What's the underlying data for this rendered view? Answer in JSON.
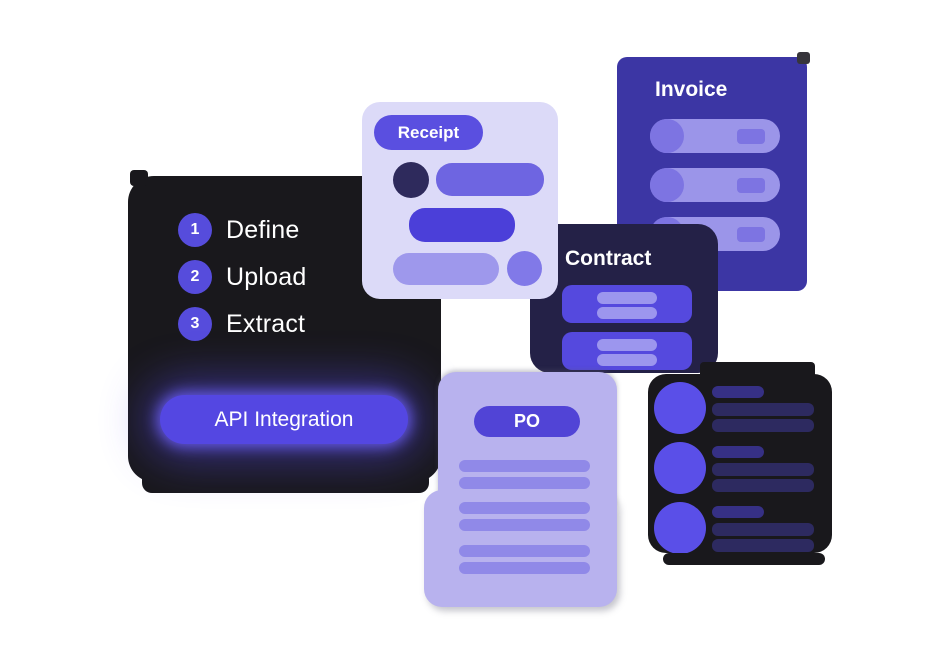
{
  "illustration": {
    "steps_card": {
      "steps": [
        {
          "number": "1",
          "label": "Define"
        },
        {
          "number": "2",
          "label": "Upload"
        },
        {
          "number": "3",
          "label": "Extract"
        }
      ],
      "button_label": "API Integration"
    },
    "document_cards": {
      "receipt": {
        "title": "Receipt"
      },
      "invoice": {
        "title": "Invoice"
      },
      "contract": {
        "title": "Contract"
      },
      "po": {
        "title": "PO"
      }
    },
    "palette": {
      "background": "#ffffff",
      "card_black": "#19181c",
      "accent_indigo": "#5447e2",
      "accent_deep": "#4b3fd9",
      "invoice_bg": "#3c36a4",
      "contract_bg": "#242147",
      "lavender_light": "#dcdaf8",
      "lavender_mid": "#b8b2ee",
      "pill_light": "#9b95e9",
      "knob_purple": "#7d74e2",
      "dark_navy_dot": "#2e2a5c",
      "records_bar_bright": "#363085",
      "records_bar_dim": "#2d2a60",
      "glow": "#6a5cf5"
    }
  }
}
